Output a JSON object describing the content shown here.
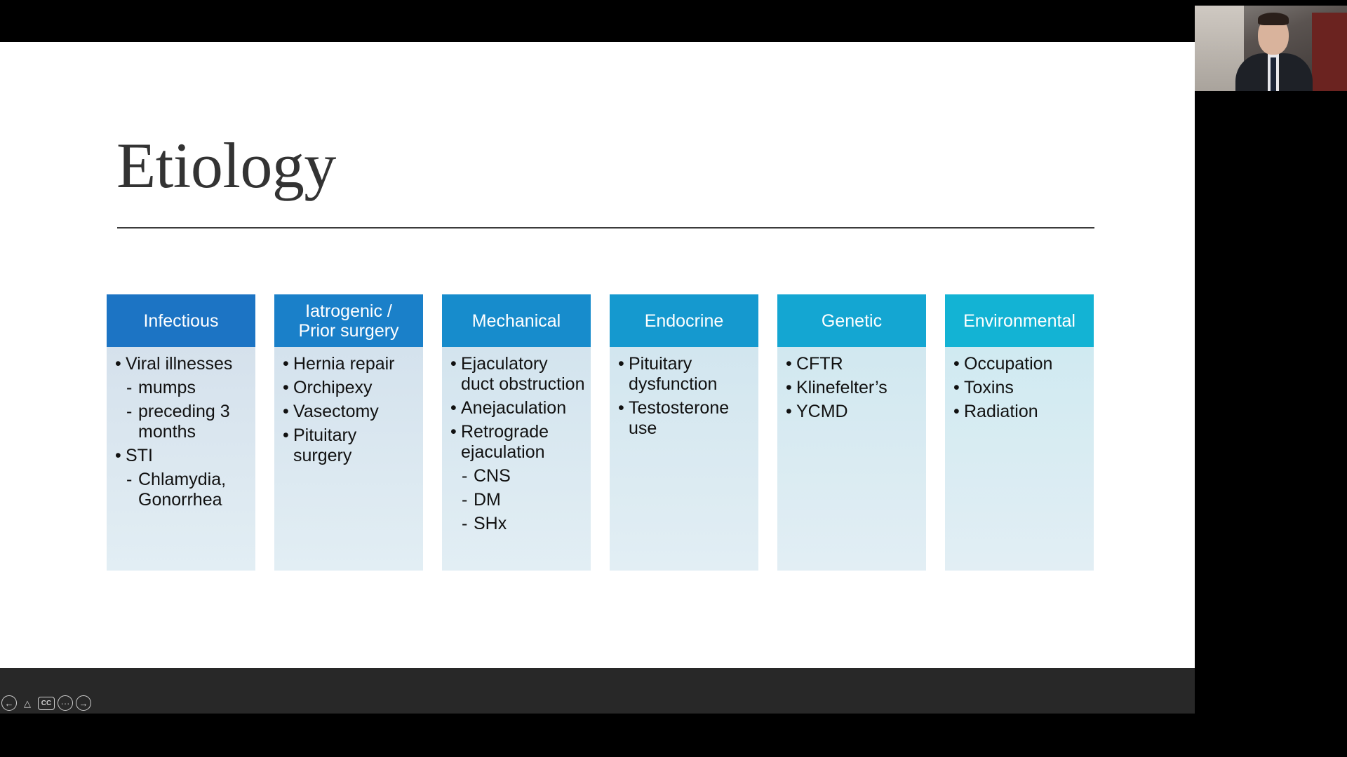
{
  "slide": {
    "title": "Etiology",
    "columns": [
      {
        "key": "infectious",
        "header": "Infectious",
        "header_color": "#1c74c4",
        "body_color": "#d5e1ec",
        "items": [
          {
            "text": "Viral illnesses",
            "subs": [
              "mumps",
              "preceding 3 months"
            ]
          },
          {
            "text": "STI",
            "subs": [
              "Chlamydia, Gonorrhea"
            ]
          }
        ]
      },
      {
        "key": "iatrogenic",
        "header": "Iatrogenic /\nPrior surgery",
        "header_color": "#1a80c9",
        "body_color": "#d4e2ed",
        "items": [
          {
            "text": "Hernia repair",
            "subs": []
          },
          {
            "text": "Orchipexy",
            "subs": []
          },
          {
            "text": "Vasectomy",
            "subs": []
          },
          {
            "text": "Pituitary surgery",
            "subs": []
          }
        ]
      },
      {
        "key": "mechanical",
        "header": "Mechanical",
        "header_color": "#178ccc",
        "body_color": "#d3e4ee",
        "items": [
          {
            "text": "Ejaculatory duct obstruction",
            "subs": []
          },
          {
            "text": "Anejaculation",
            "subs": []
          },
          {
            "text": "Retrograde ejaculation",
            "subs": [
              "CNS",
              "DM",
              "SHx"
            ]
          }
        ]
      },
      {
        "key": "endocrine",
        "header": "Endocrine",
        "header_color": "#1599cf",
        "body_color": "#d2e6ef",
        "items": [
          {
            "text": "Pituitary dysfunction",
            "subs": []
          },
          {
            "text": "Testosterone use",
            "subs": []
          }
        ]
      },
      {
        "key": "genetic",
        "header": "Genetic",
        "header_color": "#14a6d2",
        "body_color": "#d1e8f0",
        "items": [
          {
            "text": "CFTR",
            "subs": []
          },
          {
            "text": "Klinefelter’s",
            "subs": []
          },
          {
            "text": "YCMD",
            "subs": []
          }
        ]
      },
      {
        "key": "environmental",
        "header": "Environmental",
        "header_color": "#13b3d4",
        "body_color": "#d0eaf1",
        "items": [
          {
            "text": "Occupation",
            "subs": []
          },
          {
            "text": "Toxins",
            "subs": []
          },
          {
            "text": "Radiation",
            "subs": []
          }
        ]
      }
    ]
  },
  "playback_controls": [
    {
      "key": "previous",
      "icon": "arrow-left-icon",
      "glyph": "←"
    },
    {
      "key": "pointer",
      "icon": "pointer-icon",
      "glyph": "△"
    },
    {
      "key": "captions",
      "icon": "closed-captions-icon",
      "glyph": "CC"
    },
    {
      "key": "more",
      "icon": "more-options-icon",
      "glyph": "···"
    },
    {
      "key": "next",
      "icon": "arrow-right-icon",
      "glyph": "→"
    }
  ],
  "colors": {
    "slide_background": "#ffffff",
    "title_text": "#333333",
    "taskbar": "#282828",
    "screen_background": "#000000"
  }
}
